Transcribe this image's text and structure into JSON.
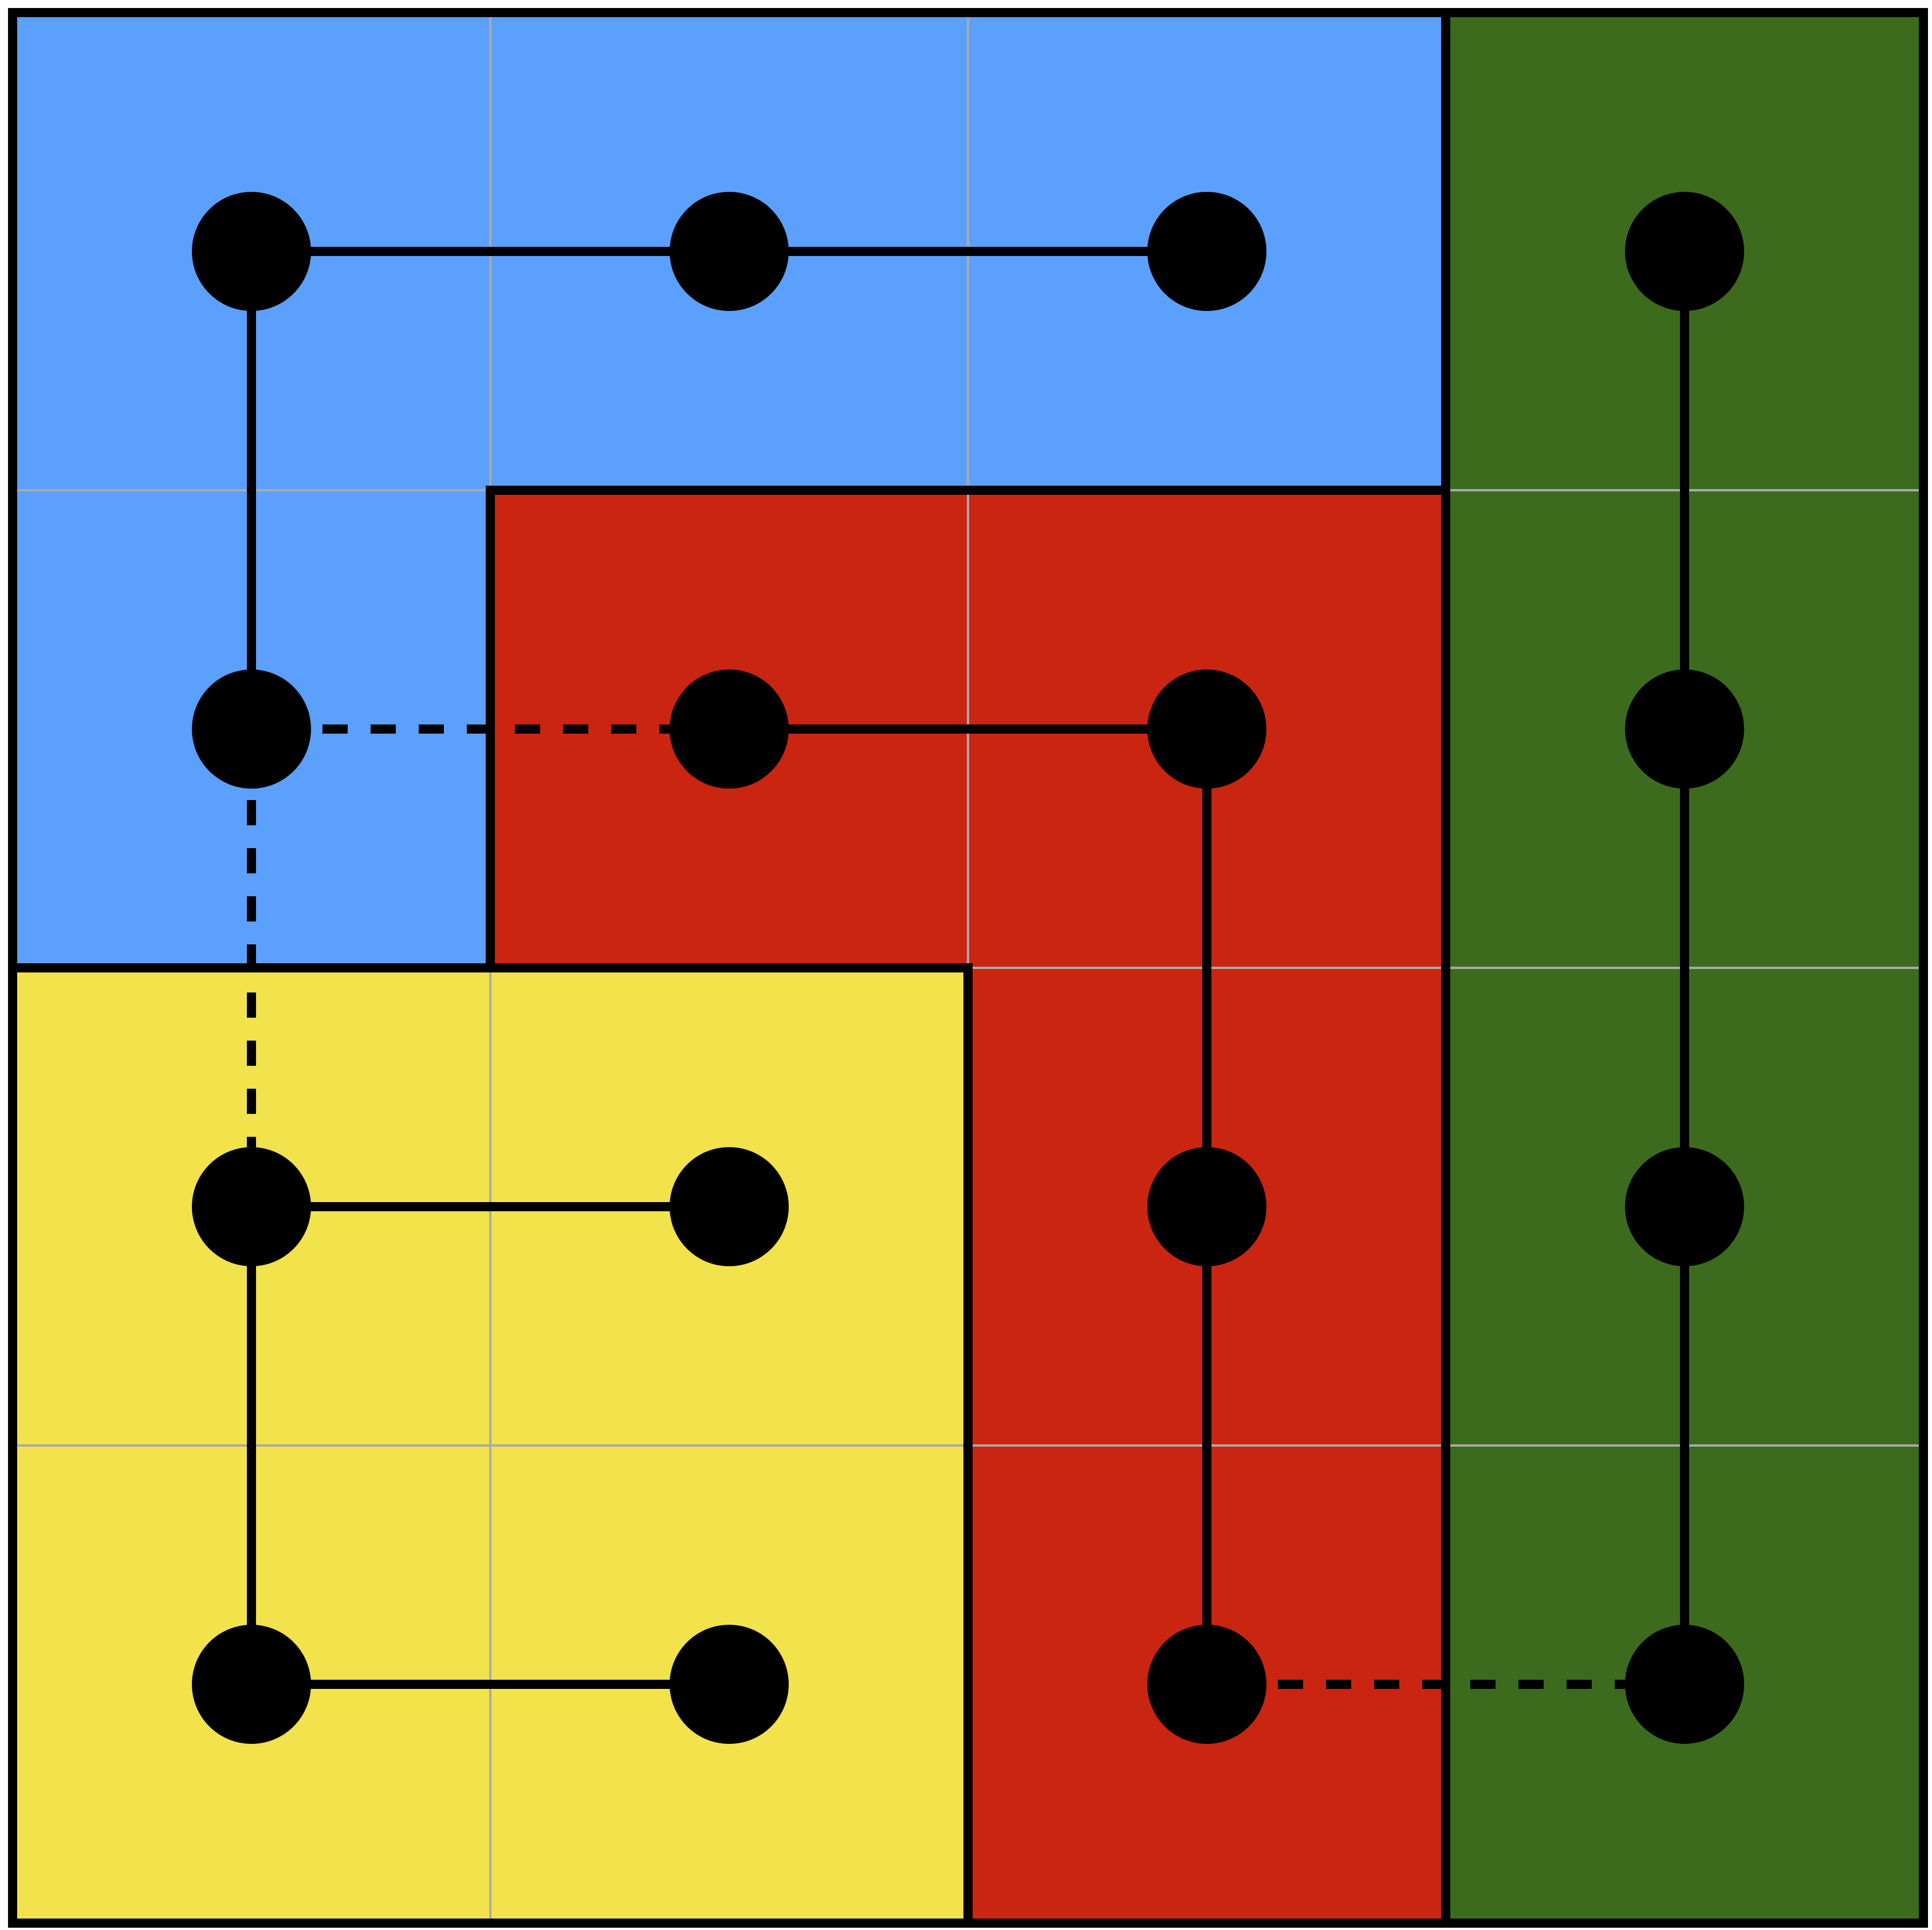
{
  "puzzle": {
    "rows": 4,
    "cols": 4,
    "regions": [
      {
        "name": "blue",
        "color": "#5ca0fe",
        "cells": [
          [
            0,
            0
          ],
          [
            0,
            1
          ],
          [
            0,
            2
          ],
          [
            1,
            0
          ]
        ]
      },
      {
        "name": "red",
        "color": "#c92511",
        "cells": [
          [
            1,
            1
          ],
          [
            1,
            2
          ],
          [
            2,
            2
          ],
          [
            3,
            2
          ]
        ]
      },
      {
        "name": "yellow",
        "color": "#f2e24c",
        "cells": [
          [
            2,
            0
          ],
          [
            2,
            1
          ],
          [
            3,
            0
          ],
          [
            3,
            1
          ]
        ]
      },
      {
        "name": "green",
        "color": "#3d6b1d",
        "cells": [
          [
            0,
            3
          ],
          [
            1,
            3
          ],
          [
            2,
            3
          ],
          [
            3,
            3
          ]
        ]
      }
    ],
    "nodes": [
      [
        0,
        0
      ],
      [
        0,
        1
      ],
      [
        0,
        2
      ],
      [
        0,
        3
      ],
      [
        1,
        0
      ],
      [
        1,
        1
      ],
      [
        1,
        2
      ],
      [
        1,
        3
      ],
      [
        2,
        0
      ],
      [
        2,
        1
      ],
      [
        2,
        2
      ],
      [
        2,
        3
      ],
      [
        3,
        0
      ],
      [
        3,
        1
      ],
      [
        3,
        2
      ],
      [
        3,
        3
      ]
    ],
    "solid_edges": [
      [
        [
          0,
          0
        ],
        [
          0,
          1
        ]
      ],
      [
        [
          0,
          1
        ],
        [
          0,
          2
        ]
      ],
      [
        [
          0,
          0
        ],
        [
          1,
          0
        ]
      ],
      [
        [
          1,
          1
        ],
        [
          1,
          2
        ]
      ],
      [
        [
          1,
          2
        ],
        [
          2,
          2
        ]
      ],
      [
        [
          2,
          2
        ],
        [
          3,
          2
        ]
      ],
      [
        [
          2,
          0
        ],
        [
          2,
          1
        ]
      ],
      [
        [
          2,
          0
        ],
        [
          3,
          0
        ]
      ],
      [
        [
          3,
          0
        ],
        [
          3,
          1
        ]
      ],
      [
        [
          0,
          3
        ],
        [
          1,
          3
        ]
      ],
      [
        [
          1,
          3
        ],
        [
          2,
          3
        ]
      ],
      [
        [
          2,
          3
        ],
        [
          3,
          3
        ]
      ]
    ],
    "dashed_edges": [
      [
        [
          1,
          0
        ],
        [
          1,
          1
        ]
      ],
      [
        [
          1,
          0
        ],
        [
          2,
          0
        ]
      ],
      [
        [
          3,
          2
        ],
        [
          3,
          3
        ]
      ]
    ],
    "grid_color": "#aaaaaa",
    "border_color": "#000000",
    "node_color": "#000000"
  }
}
